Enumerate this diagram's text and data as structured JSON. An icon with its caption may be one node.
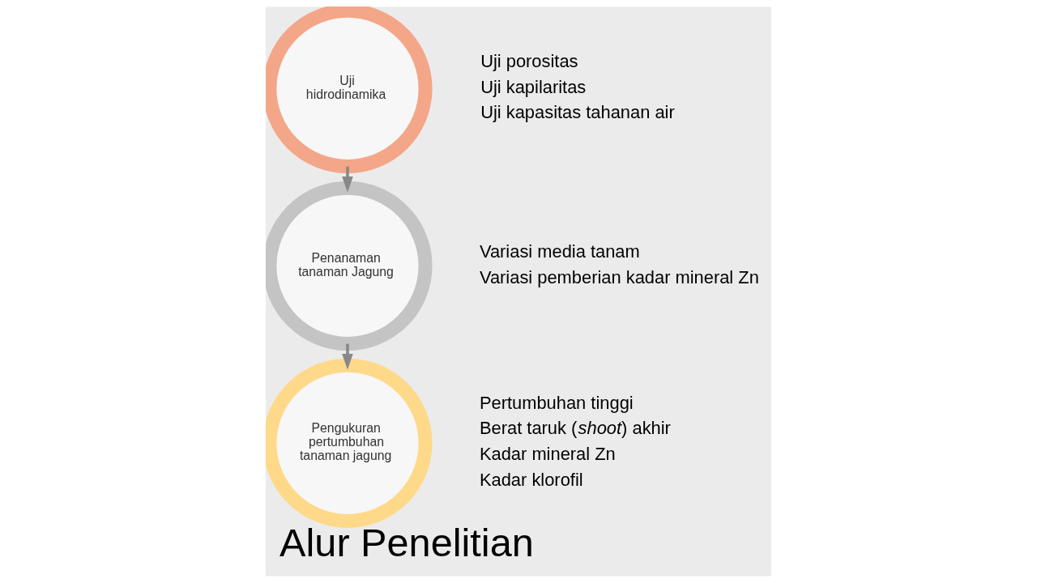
{
  "diagram": {
    "title": "Alur Penelitian",
    "nodes": [
      {
        "text": [
          "Uji hidrodinamika"
        ],
        "beside": [
          "Uji porositas",
          "Uji kapilaritas",
          "Uji kapasitas tahanan air"
        ]
      },
      {
        "text": [
          "Penanaman tanaman Jagung"
        ],
        "beside": [
          "Variasi media tanam",
          "Variasi pemberian kadar mineral Zn"
        ]
      },
      {
        "text": [
          "Pengukuran pertumbuhan tanaman jagung"
        ],
        "beside": [
          "Pertumbuhan tinggi",
          "Berat taruk (*shoot*) akhir",
          "Kadar mineral Zn",
          "Kadar klorofil"
        ]
      }
    ],
    "edges": [
      {
        "from": 0,
        "to": 1,
        "arrow": "to"
      },
      {
        "from": 1,
        "to": 2,
        "arrow": "to"
      }
    ]
  }
}
